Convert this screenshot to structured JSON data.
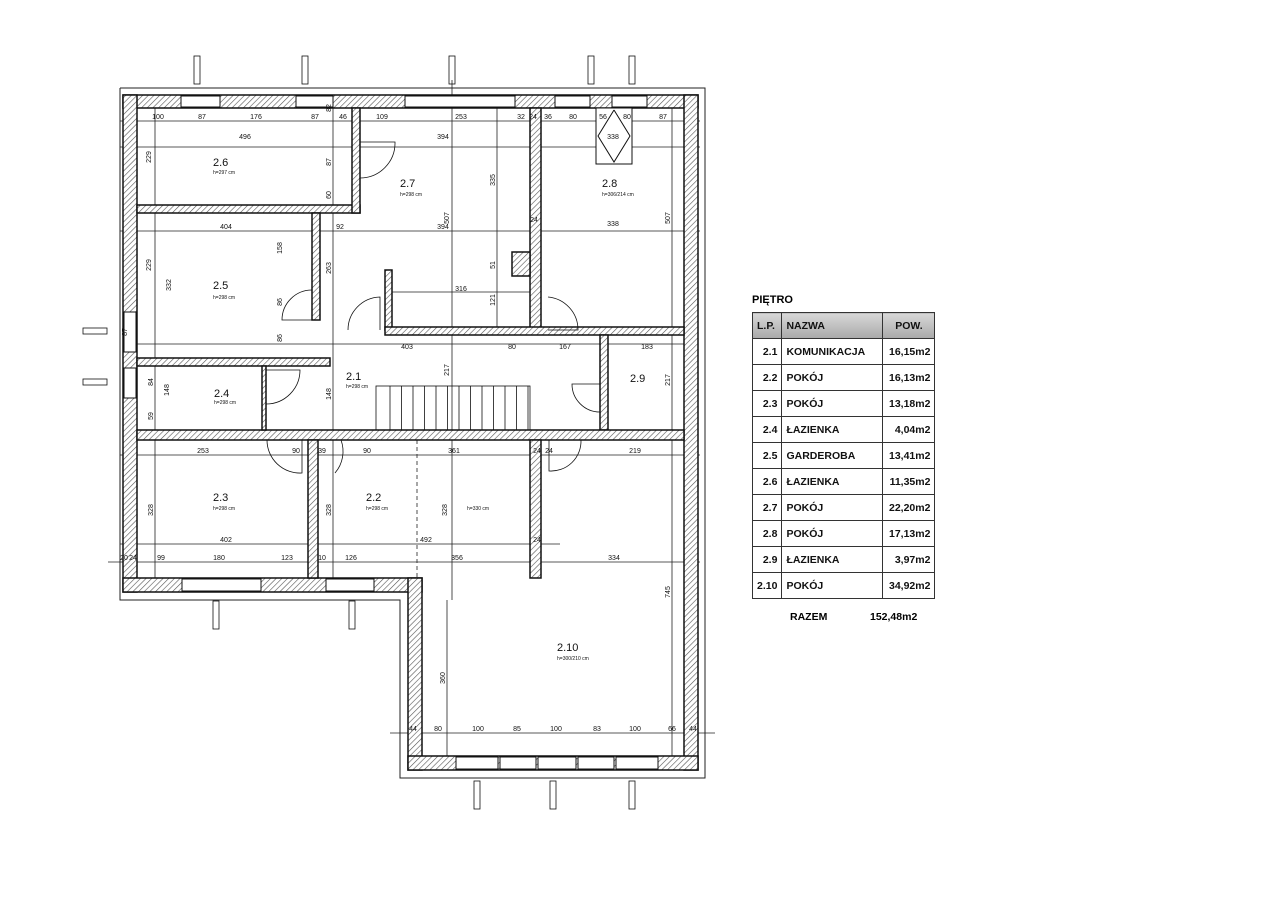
{
  "rooms": {
    "r21": {
      "num": "2.1",
      "h": "h=298 cm"
    },
    "r22": {
      "num": "2.2",
      "h": "h=298 cm",
      "h2": "h=330 cm"
    },
    "r23": {
      "num": "2.3",
      "h": "h=298 cm"
    },
    "r24": {
      "num": "2.4",
      "h": "h=298 cm"
    },
    "r25": {
      "num": "2.5",
      "h": "h=298 cm"
    },
    "r26": {
      "num": "2.6",
      "h": "h=297 cm"
    },
    "r27": {
      "num": "2.7",
      "h": "h=298 cm"
    },
    "r28": {
      "num": "2.8",
      "h": "h=306/214 cm"
    },
    "r29": {
      "num": "2.9"
    },
    "r210": {
      "num": "2.10",
      "h": "h=300/210 cm"
    }
  },
  "dims": {
    "top": [
      "100",
      "87",
      "176",
      "87",
      "46",
      "109",
      "253",
      "32",
      "24",
      "36",
      "80",
      "56",
      "80",
      "87"
    ],
    "row2": [
      "496",
      "394",
      "338"
    ],
    "row3": [
      "404",
      "92",
      "394",
      "338",
      "24"
    ],
    "vert": [
      "229",
      "82",
      "87",
      "60",
      "335",
      "507",
      "507",
      "229",
      "332",
      "158",
      "263",
      "51",
      "121",
      "316",
      "86",
      "86",
      "87",
      "403",
      "80",
      "167",
      "183",
      "217",
      "217",
      "148",
      "148",
      "84",
      "59",
      "328",
      "328",
      "328",
      "745",
      "360"
    ],
    "row4": [
      "253",
      "90",
      "39",
      "90",
      "361",
      "24",
      "24",
      "219"
    ],
    "row5": [
      "402",
      "492",
      "24"
    ],
    "row6": [
      "20",
      "24",
      "99",
      "180",
      "123",
      "10",
      "126",
      "356",
      "334"
    ],
    "bottom": [
      "44",
      "80",
      "100",
      "85",
      "100",
      "83",
      "100",
      "66",
      "44"
    ]
  },
  "table": {
    "title": "PIĘTRO",
    "headers": [
      "L.P.",
      "NAZWA",
      "POW."
    ],
    "rows": [
      [
        "2.1",
        "KOMUNIKACJA",
        "16,15m2"
      ],
      [
        "2.2",
        "POKÓJ",
        "16,13m2"
      ],
      [
        "2.3",
        "POKÓJ",
        "13,18m2"
      ],
      [
        "2.4",
        "ŁAZIENKA",
        "4,04m2"
      ],
      [
        "2.5",
        "GARDEROBA",
        "13,41m2"
      ],
      [
        "2.6",
        "ŁAZIENKA",
        "11,35m2"
      ],
      [
        "2.7",
        "POKÓJ",
        "22,20m2"
      ],
      [
        "2.8",
        "POKÓJ",
        "17,13m2"
      ],
      [
        "2.9",
        "ŁAZIENKA",
        "3,97m2"
      ],
      [
        "2.10",
        "POKÓJ",
        "34,92m2"
      ]
    ],
    "total_label": "RAZEM",
    "total_value": "152,48m2"
  }
}
